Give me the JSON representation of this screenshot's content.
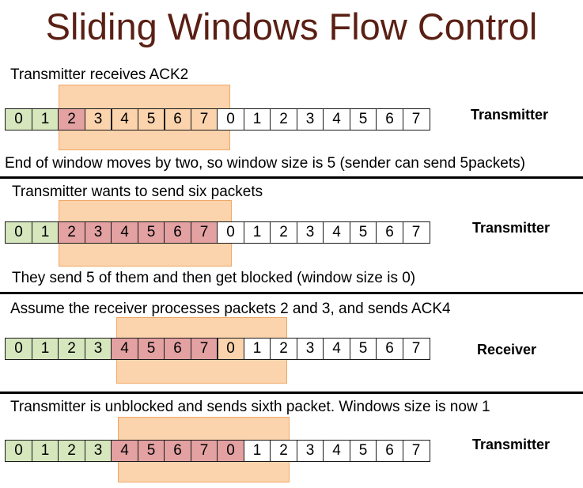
{
  "title": "Sliding Windows Flow Control",
  "colors": {
    "title": "#5a1f14",
    "window_band": "#fbd3ac",
    "acked_cell": "#d6e7bd",
    "sent_cell": "#e3a1a2"
  },
  "sections": [
    {
      "caption_top": "Transmitter receives ACK2",
      "cells": [
        "0",
        "1",
        "2",
        "3",
        "4",
        "5",
        "6",
        "7",
        "0",
        "1",
        "2",
        "3",
        "4",
        "5",
        "6",
        "7"
      ],
      "cell_states": [
        "acked",
        "acked",
        "sent",
        "open",
        "open",
        "open",
        "open",
        "open",
        "none",
        "none",
        "none",
        "none",
        "none",
        "none",
        "none",
        "none"
      ],
      "side_label": "Transmitter",
      "caption_bottom": "End of window moves by two, so window size is 5 (sender can send 5packets)"
    },
    {
      "caption_top": "Transmitter wants to send six packets",
      "cells": [
        "0",
        "1",
        "2",
        "3",
        "4",
        "5",
        "6",
        "7",
        "0",
        "1",
        "2",
        "3",
        "4",
        "5",
        "6",
        "7"
      ],
      "cell_states": [
        "acked",
        "acked",
        "sent",
        "sent",
        "sent",
        "sent",
        "sent",
        "sent",
        "none",
        "none",
        "none",
        "none",
        "none",
        "none",
        "none",
        "none"
      ],
      "side_label": "Transmitter",
      "caption_bottom": "They send 5 of them and then get blocked (window size is 0)"
    },
    {
      "caption_top": "Assume the receiver processes packets 2 and 3, and sends ACK4",
      "cells": [
        "0",
        "1",
        "2",
        "3",
        "4",
        "5",
        "6",
        "7",
        "0",
        "1",
        "2",
        "3",
        "4",
        "5",
        "6",
        "7"
      ],
      "cell_states": [
        "acked",
        "acked",
        "acked",
        "acked",
        "sent",
        "sent",
        "sent",
        "sent",
        "open",
        "none",
        "none",
        "none",
        "none",
        "none",
        "none",
        "none"
      ],
      "side_label": "Receiver",
      "caption_bottom": ""
    },
    {
      "caption_top": "Transmitter is unblocked and sends sixth packet. Windows size is now 1",
      "cells": [
        "0",
        "1",
        "2",
        "3",
        "4",
        "5",
        "6",
        "7",
        "0",
        "1",
        "2",
        "3",
        "4",
        "5",
        "6",
        "7"
      ],
      "cell_states": [
        "acked",
        "acked",
        "acked",
        "acked",
        "sent",
        "sent",
        "sent",
        "sent",
        "sent",
        "none",
        "none",
        "none",
        "none",
        "none",
        "none",
        "none"
      ],
      "side_label": "Transmitter",
      "caption_bottom": ""
    }
  ]
}
